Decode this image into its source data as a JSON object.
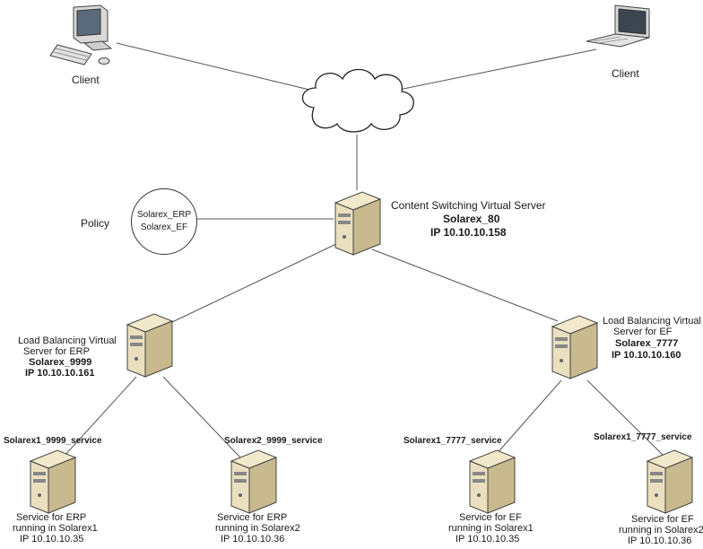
{
  "clients": [
    {
      "label": "Client",
      "icon": "desktop-computer-icon"
    },
    {
      "label": "Client",
      "icon": "laptop-icon"
    }
  ],
  "network": {
    "icon": "cloud-icon"
  },
  "policy": {
    "title": "Policy",
    "entries": [
      "Solarex_ERP",
      "Solarex_EF"
    ]
  },
  "cs_server": {
    "line1": "Content Switching Virtual Server",
    "name": "Solarex_80",
    "ip": "IP 10.10.10.158"
  },
  "lb_erp": {
    "line1": "Load Balancing Virtual",
    "line2": "Server for ERP",
    "name": "Solarex_9999",
    "ip": "IP 10.10.10.161"
  },
  "lb_ef": {
    "line1": "Load Balancing Virtual",
    "line2": "Server for EF",
    "name": "Solarex_7777",
    "ip": "IP 10.10.10.160"
  },
  "services": [
    {
      "name": "Solarex1_9999_service",
      "desc1": "Service for ERP",
      "desc2": "running in Solarex1",
      "ip": "IP 10.10.10.35"
    },
    {
      "name": "Solarex2_9999_service",
      "desc1": "Service for ERP",
      "desc2": "running in Solarex2",
      "ip": "IP 10.10.10.36"
    },
    {
      "name": "Solarex1_7777_service",
      "desc1": "Service for EF",
      "desc2": "running in Solarex1",
      "ip": "IP 10.10.10.35"
    },
    {
      "name": "Solarex1_7777_service",
      "desc1": "Service for EF",
      "desc2": "running in Solarex2",
      "ip": "IP 10.10.10.36"
    }
  ]
}
